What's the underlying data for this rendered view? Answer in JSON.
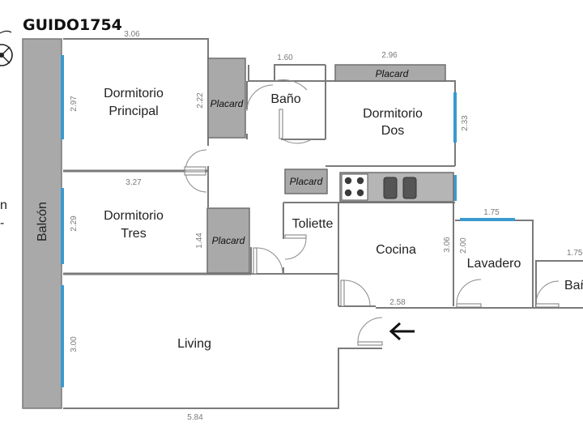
{
  "title": "GUIDO1754",
  "rooms": {
    "dormitorio_principal": [
      "Dormitorio",
      "Principal"
    ],
    "dormitorio_dos": [
      "Dormitorio",
      "Dos"
    ],
    "dormitorio_tres": [
      "Dormitorio",
      "Tres"
    ],
    "bano": "Baño",
    "bano_right": "Bañ",
    "toliette": "Toliette",
    "cocina": "Cocina",
    "lavadero": "Lavadero",
    "living": "Living",
    "balcon": "Balcón",
    "cut_left_partial": [
      "n",
      "-"
    ]
  },
  "placards": [
    "Placard",
    "Placard",
    "Placard",
    "Placard"
  ],
  "dimensions": {
    "top_principal": "3.06",
    "bano_width": "1.60",
    "dos_placard_width": "2.96",
    "principal_height": "2.97",
    "principal_right": "2.22",
    "dos_height": "2.33",
    "tres_width": "3.27",
    "tres_height": "2.29",
    "tres_right": "1.44",
    "lavadero_width": "1.75",
    "lavadero_height": "2.00",
    "cocina_height": "3.06",
    "bano_right_width": "1.75",
    "cocina_bottom": "2.58",
    "living_height": "3.00",
    "living_width": "5.84"
  },
  "icons": {
    "entry": "arrow-left-icon",
    "compass": "compass-icon"
  },
  "colors": {
    "wall": "#7a7a7a",
    "placard": "#a9a9a9",
    "window": "#3a9ad0"
  }
}
